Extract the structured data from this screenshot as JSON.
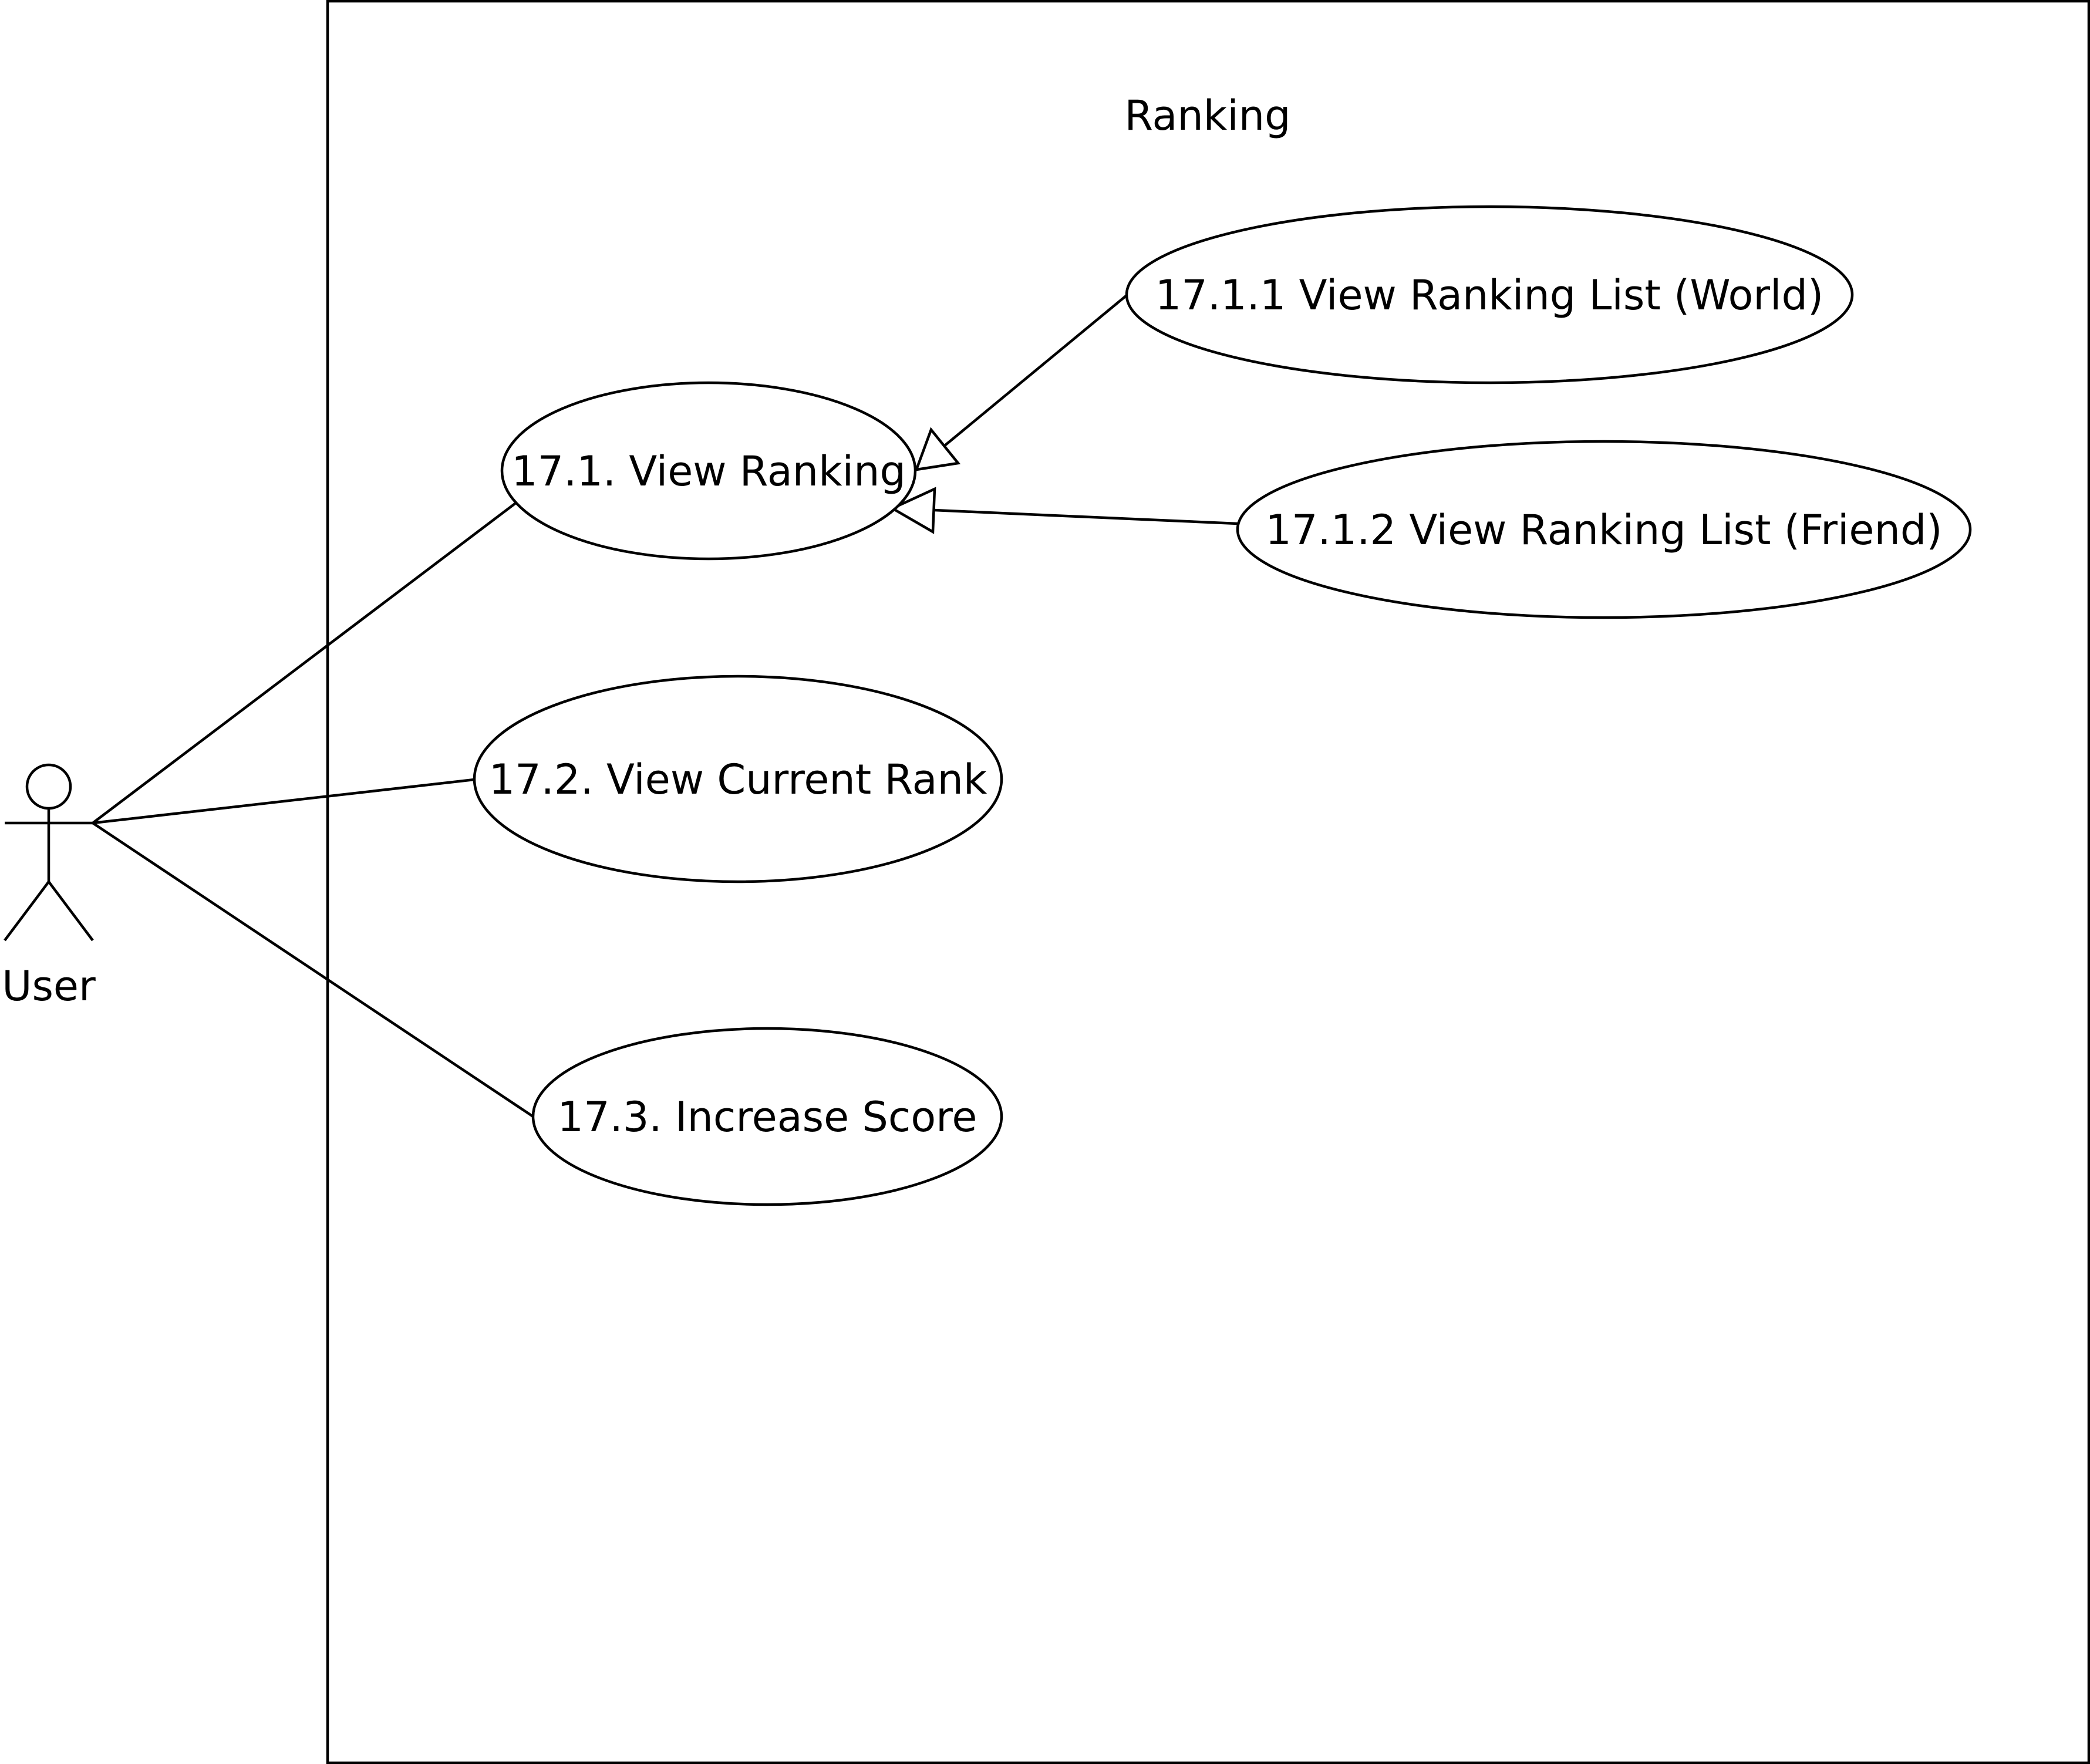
{
  "system": {
    "title": "Ranking"
  },
  "actor": {
    "label": "User"
  },
  "use_cases": {
    "view_ranking": "17.1. View Ranking",
    "view_ranking_world": "17.1.1 View Ranking List (World)",
    "view_ranking_friend": "17.1.2 View Ranking List (Friend)",
    "view_current_rank": "17.2. View Current Rank",
    "increase_score": "17.3. Increase Score"
  }
}
